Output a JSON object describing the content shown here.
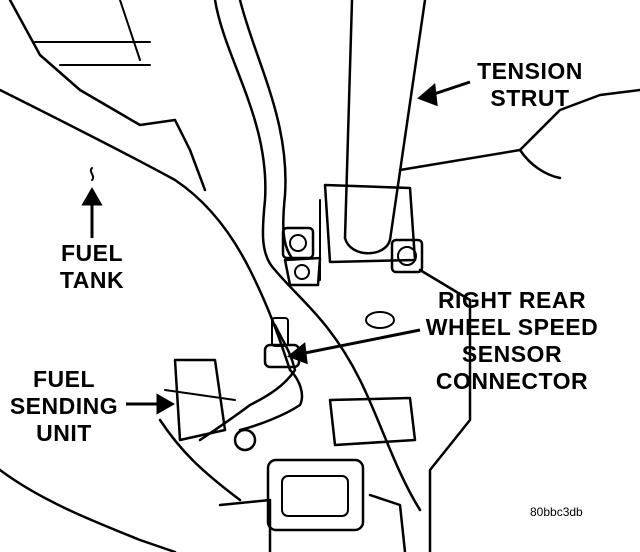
{
  "callouts": {
    "tension_strut": [
      "TENSION",
      "STRUT"
    ],
    "fuel_tank": [
      "FUEL",
      "TANK"
    ],
    "speed_sensor_connector": [
      "RIGHT REAR",
      "WHEEL SPEED",
      "SENSOR",
      "CONNECTOR"
    ],
    "fuel_sending_unit": [
      "FUEL",
      "SENDING",
      "UNIT"
    ]
  },
  "figure_code": "80bbc3db"
}
